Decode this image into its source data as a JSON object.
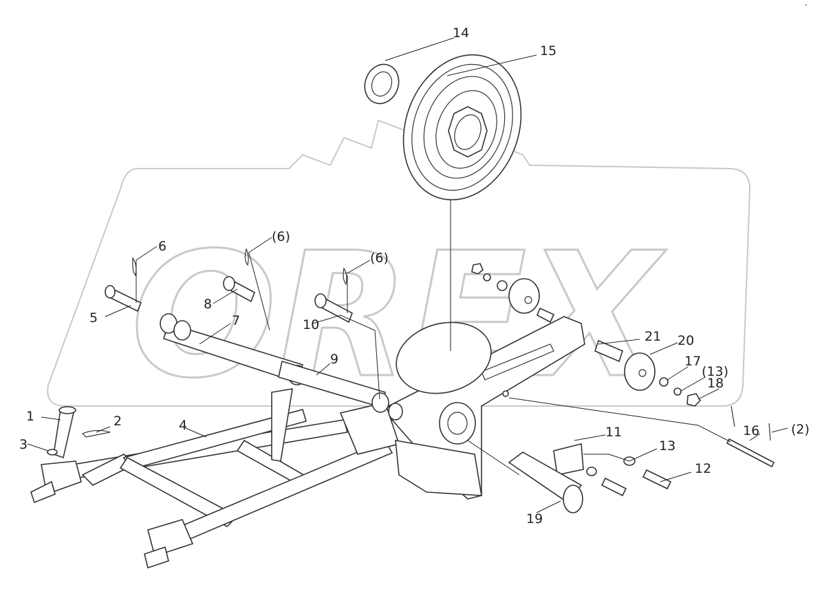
{
  "watermark": {
    "text": "OREX"
  },
  "corner_mark": "°",
  "callouts": [
    {
      "id": "c1",
      "text": "1"
    },
    {
      "id": "c2",
      "text": "2"
    },
    {
      "id": "c3",
      "text": "3"
    },
    {
      "id": "c4",
      "text": "4"
    },
    {
      "id": "c5",
      "text": "5"
    },
    {
      "id": "c6a",
      "text": "6"
    },
    {
      "id": "c6b",
      "text": "(6)"
    },
    {
      "id": "c6c",
      "text": "(6)"
    },
    {
      "id": "c7",
      "text": "7"
    },
    {
      "id": "c8",
      "text": "8"
    },
    {
      "id": "c9",
      "text": "9"
    },
    {
      "id": "c10",
      "text": "10"
    },
    {
      "id": "c11",
      "text": "11"
    },
    {
      "id": "c12",
      "text": "12"
    },
    {
      "id": "c13a",
      "text": "13"
    },
    {
      "id": "c13b",
      "text": "(13)"
    },
    {
      "id": "c14",
      "text": "14"
    },
    {
      "id": "c15",
      "text": "15"
    },
    {
      "id": "c16",
      "text": "16"
    },
    {
      "id": "c17",
      "text": "17"
    },
    {
      "id": "c18",
      "text": "18"
    },
    {
      "id": "c19",
      "text": "19"
    },
    {
      "id": "c20",
      "text": "20"
    },
    {
      "id": "c21",
      "text": "21"
    },
    {
      "id": "c2b",
      "text": "(2)"
    }
  ]
}
